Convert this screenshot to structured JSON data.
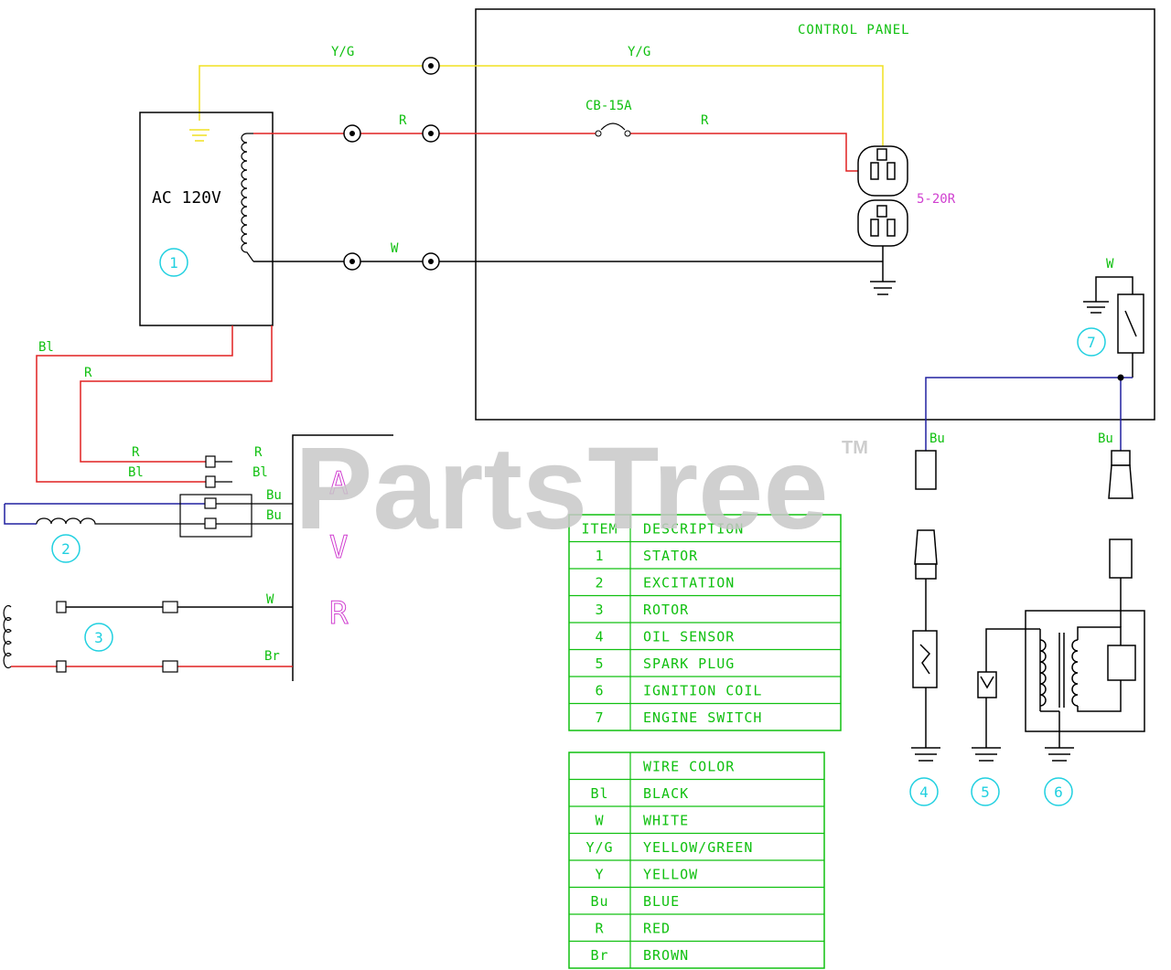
{
  "labels": {
    "control_panel": "CONTROL PANEL",
    "yg_left": "Y/G",
    "yg_right": "Y/G",
    "cb": "CB-15A",
    "r_mid": "R",
    "r_right": "R",
    "w_mid": "W",
    "ac": "AC 120V",
    "receptacle": "5-20R",
    "w_switch": "W",
    "bl_left": "Bl",
    "r_left": "R",
    "r_conn_a": "R",
    "r_conn_b": "R",
    "bl_conn_a": "Bl",
    "bl_conn_b": "Bl",
    "bu_conn_1": "Bu",
    "bu_conn_2": "Bu",
    "w_rotor": "W",
    "br_rotor": "Br",
    "bu_oil": "Bu",
    "bu_coil": "Bu",
    "avr_a": "A",
    "avr_v": "V",
    "avr_r": "R"
  },
  "callouts": [
    "1",
    "2",
    "3",
    "4",
    "5",
    "6",
    "7"
  ],
  "watermark": {
    "text": "PartsTree",
    "tm": "TM"
  },
  "item_table": {
    "headers": [
      "ITEM",
      "DESCRIPTION"
    ],
    "rows": [
      [
        "1",
        "STATOR"
      ],
      [
        "2",
        "EXCITATION"
      ],
      [
        "3",
        "ROTOR"
      ],
      [
        "4",
        "OIL SENSOR"
      ],
      [
        "5",
        "SPARK PLUG"
      ],
      [
        "6",
        "IGNITION COIL"
      ],
      [
        "7",
        "ENGINE SWITCH"
      ]
    ]
  },
  "wire_table": {
    "headers": [
      "",
      "WIRE COLOR"
    ],
    "rows": [
      [
        "Bl",
        "BLACK"
      ],
      [
        "W",
        "WHITE"
      ],
      [
        "Y/G",
        "YELLOW/GREEN"
      ],
      [
        "Y",
        "YELLOW"
      ],
      [
        "Bu",
        "BLUE"
      ],
      [
        "R",
        "RED"
      ],
      [
        "Br",
        "BROWN"
      ]
    ]
  },
  "colors": {
    "yellow_wire": "#f0e020",
    "red_wire": "#e02020",
    "pink_wire": "#f4a6a6",
    "blue_wire": "#2020a0",
    "label_green": "#10c010",
    "callout_cyan": "#20d0e0",
    "magenta": "#d040d0",
    "watermark": "#c8c8c8"
  }
}
